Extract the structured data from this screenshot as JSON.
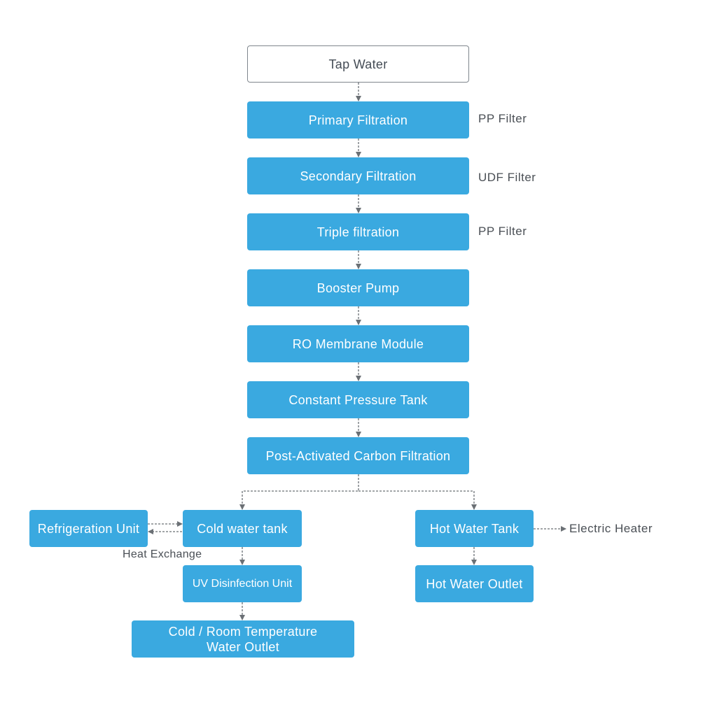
{
  "nodes": {
    "tap_water": "Tap Water",
    "primary_filtration": "Primary Filtration",
    "secondary_filtration": "Secondary Filtration",
    "triple_filtration": "Triple filtration",
    "booster_pump": "Booster Pump",
    "ro_membrane": "RO Membrane Module",
    "pressure_tank": "Constant Pressure Tank",
    "carbon_filtration": "Post-Activated Carbon Filtration",
    "refrigeration_unit": "Refrigeration Unit",
    "cold_water_tank": "Cold water tank",
    "uv_unit": "UV Disinfection Unit",
    "cold_outlet_line1": "Cold / Room Temperature",
    "cold_outlet_line2": "Water Outlet",
    "hot_water_tank": "Hot Water Tank",
    "hot_water_outlet": "Hot Water Outlet"
  },
  "annotations": {
    "pp_filter_1": "PP Filter",
    "udf_filter": "UDF Filter",
    "pp_filter_2": "PP Filter",
    "heat_exchange": "Heat Exchange",
    "electric_heater": "Electric Heater"
  },
  "colors": {
    "node_fill": "#3aa9e0",
    "node_text": "#ffffff",
    "connector": "#6b7075",
    "outline_border": "#7f868d"
  }
}
